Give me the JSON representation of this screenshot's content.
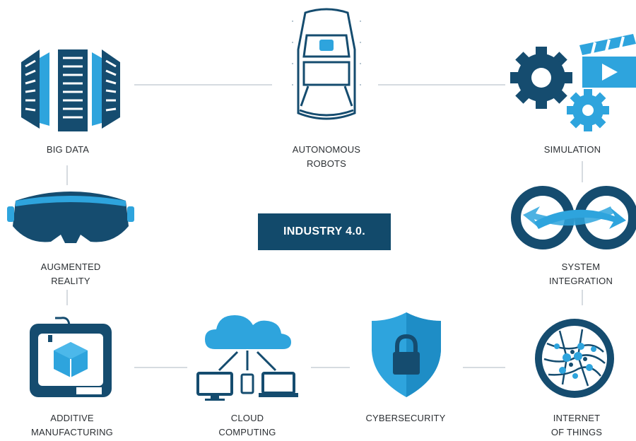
{
  "title": "INDUSTRY 4.0.",
  "nodes": [
    {
      "key": "big_data",
      "label_lines": [
        "BIG DATA"
      ],
      "icon": "server-racks-icon"
    },
    {
      "key": "autonomous_robots",
      "label_lines": [
        "AUTONOMOUS",
        "ROBOTS"
      ],
      "icon": "autonomous-vehicle-icon"
    },
    {
      "key": "simulation",
      "label_lines": [
        "SIMULATION"
      ],
      "icon": "gears-clapperboard-icon"
    },
    {
      "key": "augmented_reality",
      "label_lines": [
        "AUGMENTED",
        "REALITY"
      ],
      "icon": "vr-headset-icon"
    },
    {
      "key": "system_integration",
      "label_lines": [
        "SYSTEM",
        "INTEGRATION"
      ],
      "icon": "linked-rings-icon"
    },
    {
      "key": "additive_manufacturing",
      "label_lines": [
        "ADDITIVE",
        "MANUFACTURING"
      ],
      "icon": "3d-printer-icon"
    },
    {
      "key": "cloud_computing",
      "label_lines": [
        "CLOUD",
        "COMPUTING"
      ],
      "icon": "cloud-network-icon"
    },
    {
      "key": "cybersecurity",
      "label_lines": [
        "CYBERSECURITY"
      ],
      "icon": "shield-lock-icon"
    },
    {
      "key": "internet_of_things",
      "label_lines": [
        "INTERNET",
        "OF THINGS"
      ],
      "icon": "globe-network-icon"
    }
  ],
  "colors": {
    "navy": "#154c6f",
    "sky": "#2ea4dd",
    "connector": "#d6dbe0",
    "title_bg": "#124a6b"
  }
}
